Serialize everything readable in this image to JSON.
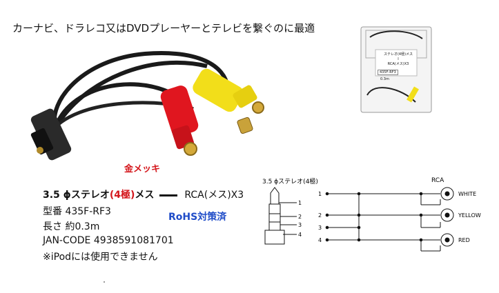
{
  "headline": "カーナビ、ドラレコ又はDVDプレーヤーとテレビを繋ぐのに最適",
  "gold_label": "金メッキ",
  "spec": {
    "line1_prefix": "3.5 ϕステレオ",
    "line1_red": "(4極)",
    "line1_mid": "メス",
    "line1_suffix": "RCA(メス)X3",
    "model": "型番 435F-RF3",
    "length": "長さ 約0.3m",
    "jan": "JAN-CODE 4938591081701",
    "note": "※iPodには使用できません"
  },
  "rohs": "RoHS対策済",
  "package": {
    "line1": "ステレオ(4極)メス",
    "line2": "I",
    "line3": "RCA(メス)X3",
    "sticker": "435F-RF3",
    "length": "0.3m"
  },
  "diagram": {
    "title": "3.5 ϕステレオ(4極)",
    "rca_label": "RCA",
    "pins": [
      "1",
      "2",
      "3",
      "4"
    ],
    "plug_pins": [
      "1",
      "2",
      "3",
      "4"
    ],
    "outputs": [
      "WHITE",
      "YELLOW",
      "RED"
    ]
  },
  "colors": {
    "red": "#d4161b",
    "yellow": "#f2de1a",
    "blue": "#1f4cc8",
    "black": "#111111"
  }
}
